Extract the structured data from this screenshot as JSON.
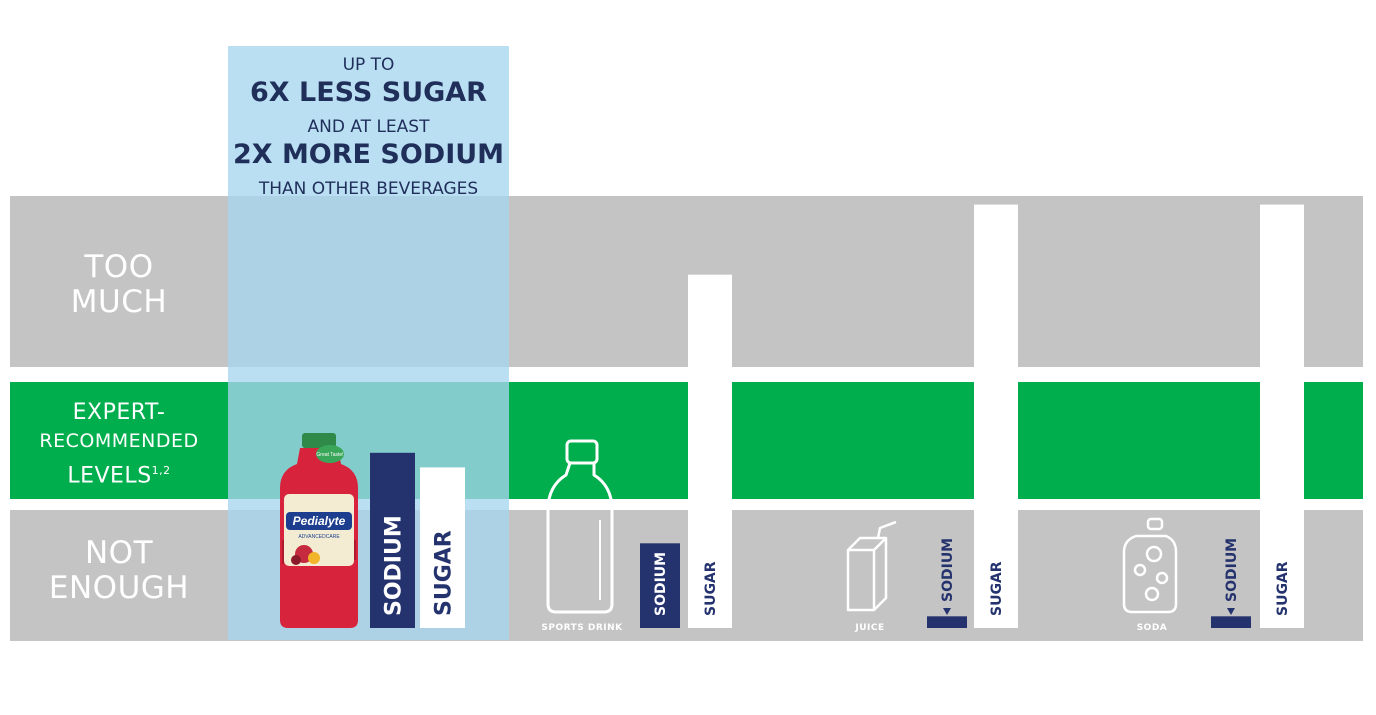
{
  "headline": {
    "line1": "UP TO",
    "line2": "6X LESS SUGAR",
    "line3": "AND AT LEAST",
    "line4": "2X MORE SODIUM",
    "line5": "THAN OTHER BEVERAGES"
  },
  "rows": {
    "too_much": [
      "TOO",
      "MUCH"
    ],
    "expert": [
      "EXPERT-",
      "RECOMMENDED",
      "LEVELS",
      "1,2"
    ],
    "not_enough": [
      "NOT",
      "ENOUGH"
    ]
  },
  "bottle_label": {
    "brand": "Pedialyte",
    "sub": "ADVANCEDCARE",
    "badge": "Great Taste!"
  },
  "colors": {
    "band_gray": "#c4c4c4",
    "band_green": "#00ae4d",
    "highlight": "#a6d6f0",
    "sodium": "#24326e",
    "sugar": "#ffffff",
    "text_dark": "#1f2f5a",
    "bottle_red": "#d8233c"
  },
  "chart_data": {
    "type": "bar",
    "categories": [
      "",
      "SPORTS DRINK",
      "JUICE",
      "SODA"
    ],
    "series": [
      {
        "name": "SODIUM",
        "values": [
          0.6,
          0.29,
          0.04,
          0.04
        ]
      },
      {
        "name": "SUGAR",
        "values": [
          0.55,
          1.21,
          1.45,
          1.45
        ]
      }
    ],
    "ylim": [
      0,
      1.5
    ],
    "zones": [
      "NOT ENOUGH",
      "EXPERT-RECOMMENDED LEVELS",
      "TOO MUCH"
    ],
    "icons": [
      "bottle-icon",
      "juice-box-icon",
      "soda-can-icon"
    ],
    "title": "",
    "xlabel": "",
    "ylabel": "",
    "legend": "none",
    "grid": false
  }
}
